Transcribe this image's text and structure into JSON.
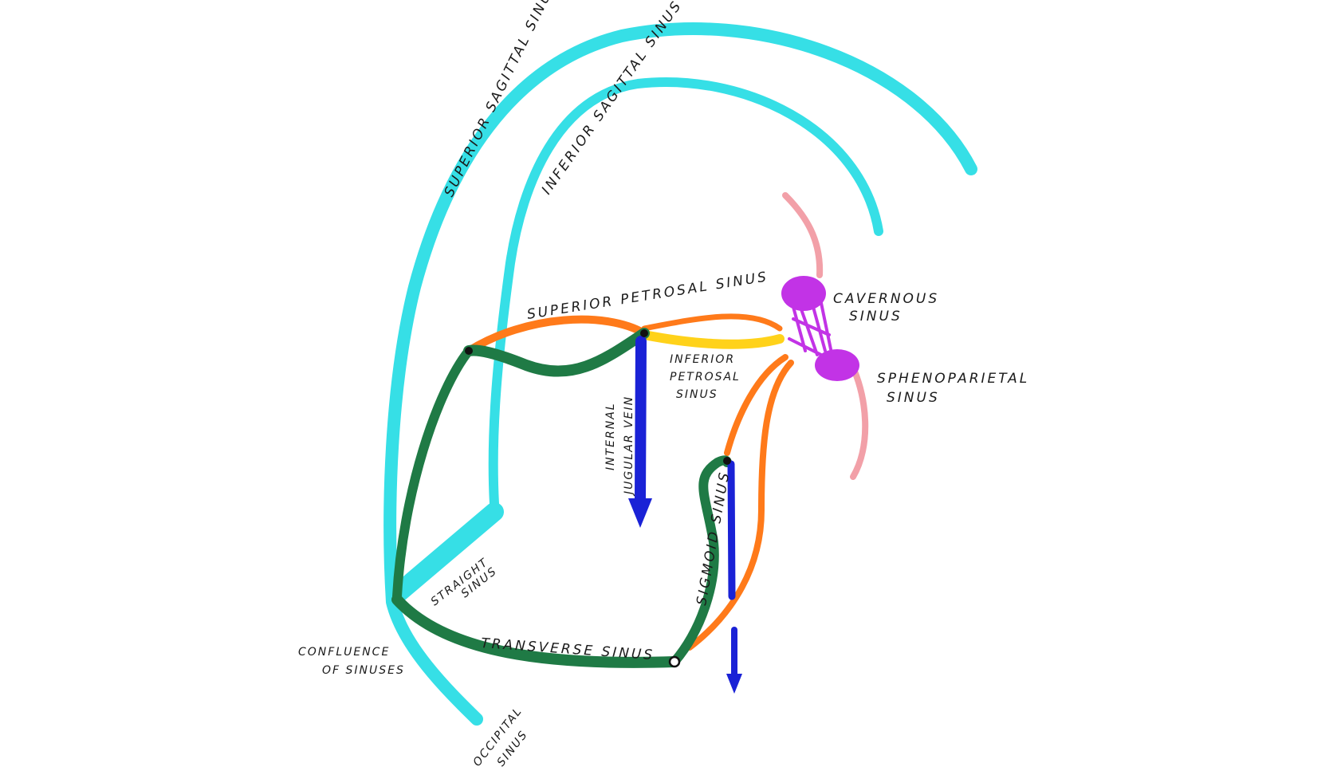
{
  "colors": {
    "sagittal": "#36dfe6",
    "petrosal": "#ff7a1a",
    "inferior_petrosal": "#ffd21a",
    "transverse": "#1f7a45",
    "jugular": "#1a22d6",
    "cavernous": "#c233e6",
    "sphenoparietal": "#f2a0a8",
    "node": "#111111"
  },
  "labels": {
    "superior_sagittal": "SUPERIOR SAGITTAL SINUS",
    "inferior_sagittal": "INFERIOR SAGITTAL SINUS",
    "superior_petrosal": "SUPERIOR PETROSAL SINUS",
    "cavernous_1": "CAVERNOUS",
    "cavernous_2": "SINUS",
    "inferior_petrosal_1": "INFERIOR",
    "inferior_petrosal_2": "PETROSAL",
    "inferior_petrosal_3": "SINUS",
    "sphenoparietal_1": "SPHENOPARIETAL",
    "sphenoparietal_2": "SINUS",
    "internal_jugular_1": "INTERNAL",
    "internal_jugular_2": "JUGULAR VEIN",
    "sigmoid": "SIGMOID SINUS",
    "straight_1": "STRAIGHT",
    "straight_2": "SINUS",
    "confluence_1": "CONFLUENCE",
    "confluence_2": "OF SINUSES",
    "transverse": "TRANSVERSE SINUS",
    "occipital_1": "OCCIPITAL",
    "occipital_2": "SINUS"
  }
}
